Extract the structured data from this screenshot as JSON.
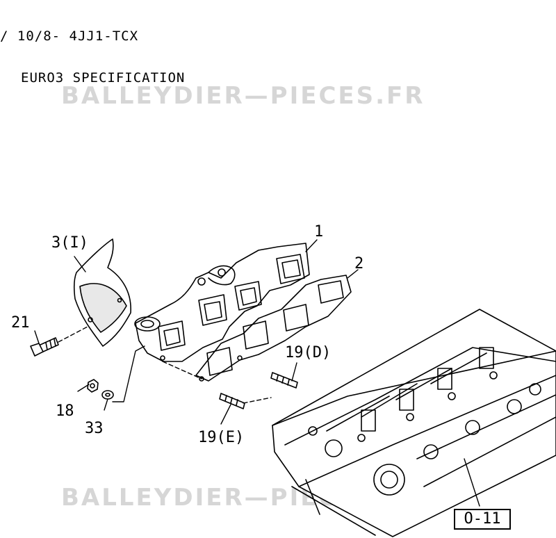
{
  "header": {
    "line1": "/ 10/8- 4JJ1-TCX",
    "line2": "EURO3 SPECIFICATION"
  },
  "watermark": "BALLEYDIER—PIECES.FR",
  "callouts": {
    "p1": "1",
    "p2": "2",
    "p3": "3(I)",
    "p21": "21",
    "p18": "18",
    "p33": "33",
    "p19d": "19(D)",
    "p19e": "19(E)"
  },
  "reference": "O-11",
  "colors": {
    "line": "#000000",
    "watermark": "#d6d6d6",
    "background": "#ffffff"
  }
}
